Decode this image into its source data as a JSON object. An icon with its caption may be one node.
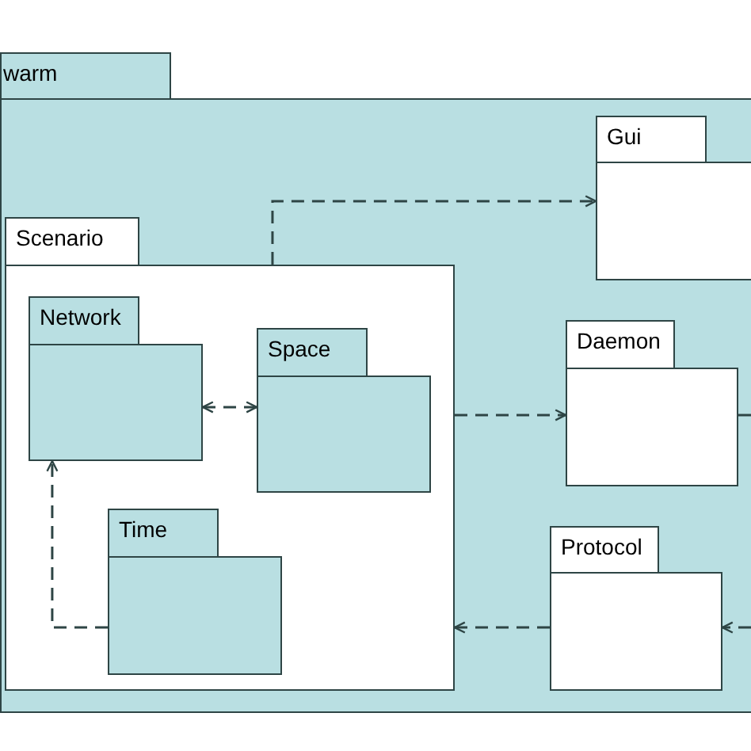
{
  "diagram": {
    "nodes": [
      {
        "text": [
          "warm"
        ]
      },
      {
        "text": [
          "Gui"
        ],
        "in": 0
      },
      {
        "text": [
          "Scenario"
        ],
        "in": 0
      },
      {
        "text": [
          "Network"
        ],
        "in": 2
      },
      {
        "text": [
          "Space"
        ],
        "in": 2
      },
      {
        "text": [
          "Time"
        ],
        "in": 2
      },
      {
        "text": [
          "Daemon"
        ],
        "in": 0
      },
      {
        "text": [
          "Protocol"
        ],
        "in": 0
      }
    ],
    "edges": [
      {
        "from": 2,
        "to": 1,
        "arrow": "to",
        "style": "dashed"
      },
      {
        "from": 3,
        "to": 4,
        "arrow": "both",
        "style": "dashed"
      },
      {
        "from": 5,
        "to": 3,
        "arrow": "to",
        "style": "dashed"
      },
      {
        "from": 2,
        "to": 6,
        "arrow": "to",
        "style": "dashed"
      },
      {
        "from": 7,
        "to": 2,
        "arrow": "to",
        "style": "dashed"
      },
      {
        "from": 6,
        "to": null,
        "arrow": "none",
        "style": "dashed"
      },
      {
        "from": null,
        "to": 7,
        "arrow": "to",
        "style": "dashed"
      }
    ]
  }
}
